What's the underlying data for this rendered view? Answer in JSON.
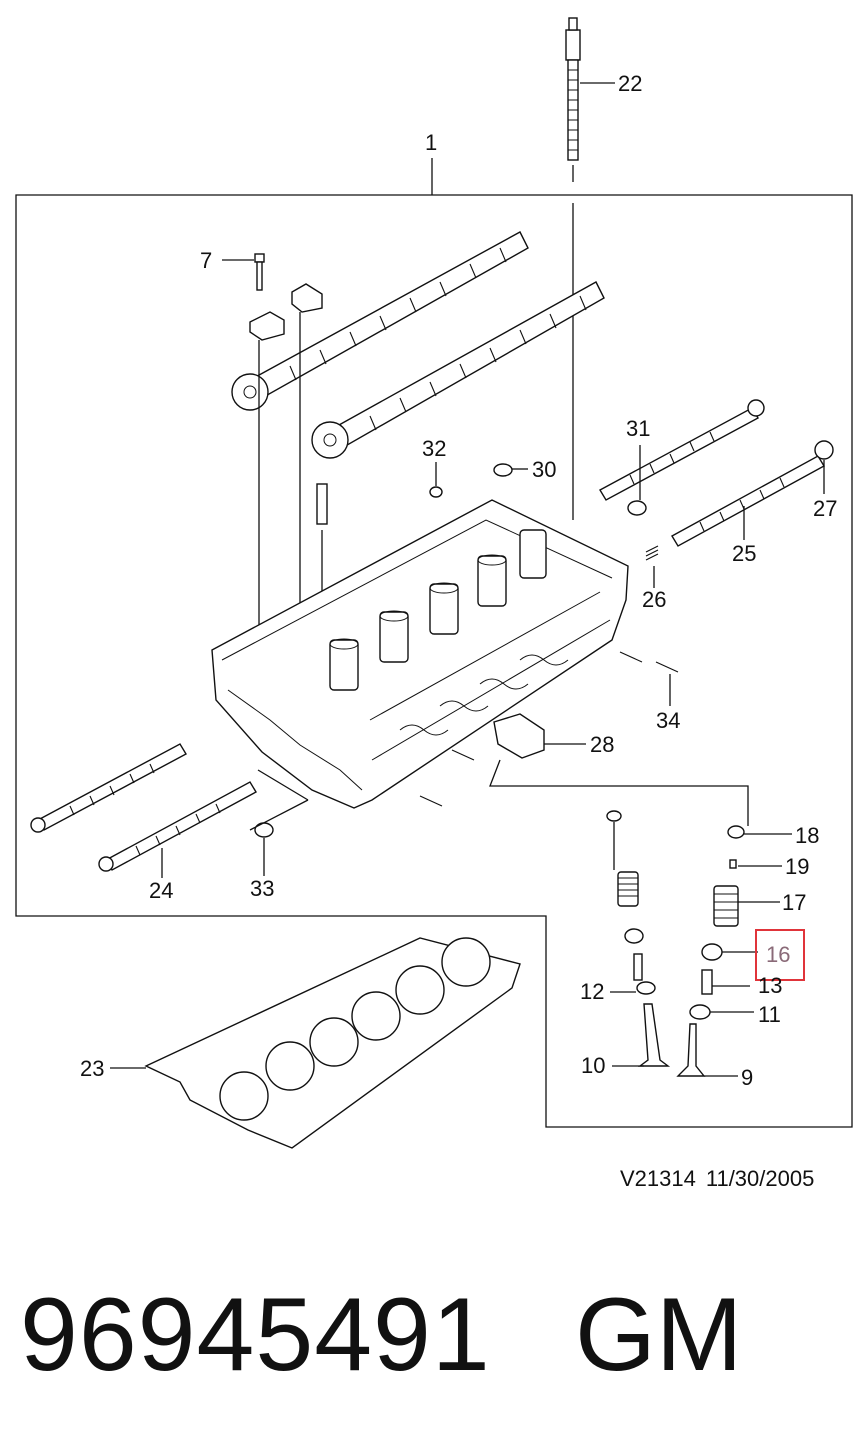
{
  "callouts": {
    "c1": "1",
    "c7": "7",
    "c22": "22",
    "c31": "31",
    "c32": "32",
    "c30": "30",
    "c27": "27",
    "c25": "25",
    "c26": "26",
    "c34": "34",
    "c28": "28",
    "c18": "18",
    "c19": "19",
    "c17": "17",
    "c16": "16",
    "c13": "13",
    "c12": "12",
    "c11": "11",
    "c10": "10",
    "c9": "9",
    "c23": "23",
    "c24": "24",
    "c33": "33"
  },
  "footer": {
    "drawing_id": "V21314",
    "date": "11/30/2005"
  },
  "part_number": "96945491",
  "brand": "GM",
  "highlight_color": "#e0343a"
}
